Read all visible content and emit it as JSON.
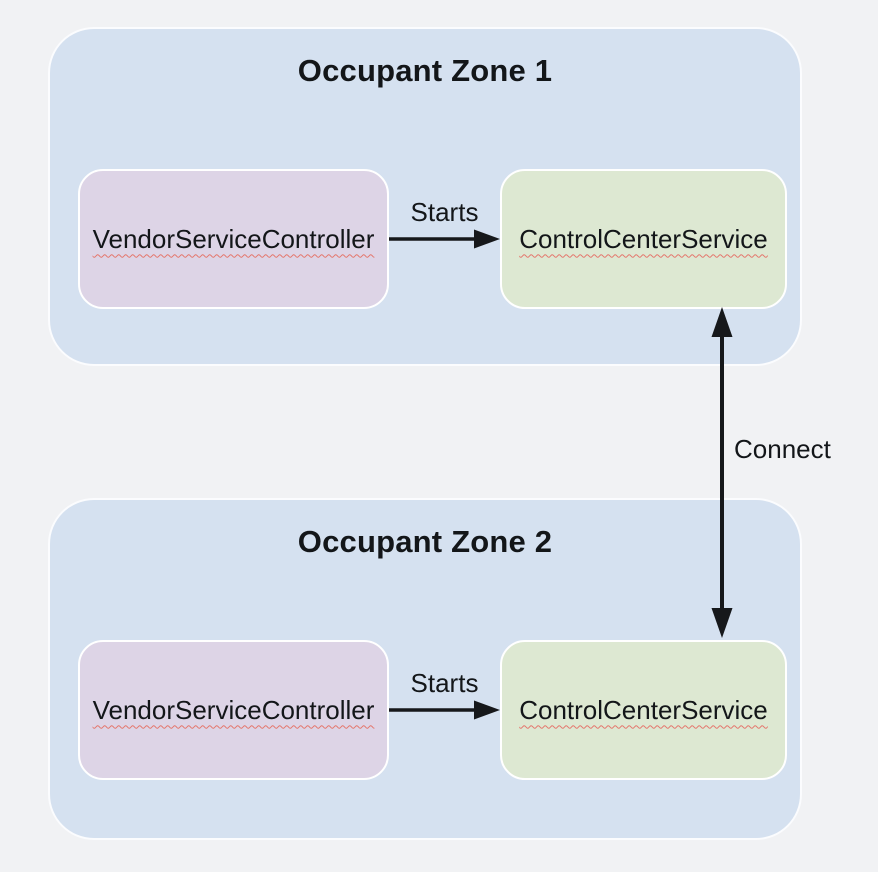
{
  "diagram": {
    "zones": [
      {
        "title": "Occupant Zone 1",
        "controller_label": "VendorServiceController",
        "service_label": "ControlCenterService",
        "starts_label": "Starts"
      },
      {
        "title": "Occupant Zone 2",
        "controller_label": "VendorServiceController",
        "service_label": "ControlCenterService",
        "starts_label": "Starts"
      }
    ],
    "connect_label": "Connect",
    "colors": {
      "background": "#f1f2f4",
      "zone_fill": "#d5e1f0",
      "controller_fill": "#ddd4e6",
      "service_fill": "#dde8d2",
      "node_border": "#ffffff",
      "arrow": "#16181b",
      "text": "#131619",
      "spellcheck": "#e4756b"
    }
  }
}
